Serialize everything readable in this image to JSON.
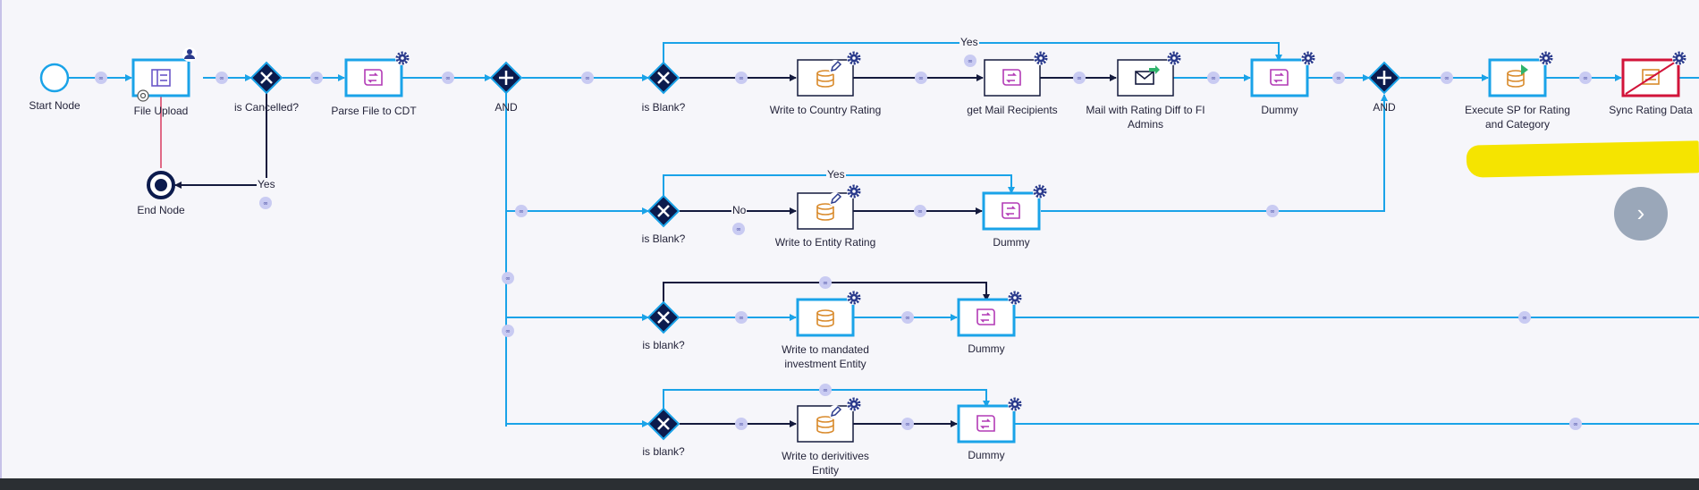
{
  "nodes": {
    "start": {
      "label": "Start Node"
    },
    "end": {
      "label": "End Node"
    },
    "file_upload": {
      "label": "File Upload"
    },
    "is_cancelled": {
      "label": "is Cancelled?"
    },
    "parse_file": {
      "label": "Parse File to CDT"
    },
    "and_split": {
      "label": "AND"
    },
    "is_blank_1": {
      "label": "is Blank?"
    },
    "write_country": {
      "label": "Write to Country Rating"
    },
    "get_mail": {
      "label": "get Mail Recipients"
    },
    "mail_rating": {
      "label": "Mail with Rating Diff to FI Admins"
    },
    "dummy_1": {
      "label": "Dummy"
    },
    "and_join": {
      "label": "AND"
    },
    "execute_sp": {
      "label": "Execute SP for Rating and Category"
    },
    "sync_rating": {
      "label": "Sync Rating Data"
    },
    "is_blank_2": {
      "label": "is Blank?"
    },
    "write_entity": {
      "label": "Write to Entity Rating"
    },
    "dummy_2": {
      "label": "Dummy"
    },
    "is_blank_3": {
      "label": "is blank?"
    },
    "write_mandated": {
      "label": "Write to mandated investment Entity"
    },
    "dummy_3": {
      "label": "Dummy"
    },
    "is_blank_4": {
      "label": "is blank?"
    },
    "write_derivitives": {
      "label": "Write to derivitives Entity"
    },
    "dummy_4": {
      "label": "Dummy"
    }
  },
  "edges": {
    "yes_cancel": "Yes",
    "yes_blank_1": "Yes",
    "yes_blank_2": "Yes",
    "no_blank_2": "No"
  },
  "navigation": {
    "next_glyph": "›"
  },
  "colors": {
    "node_border": "#1aa3e8",
    "gateway": "#0c1b4d",
    "flow_line": "#1aa3e8",
    "flow_dark": "#141a3d",
    "error_node": "#d2143a",
    "highlight": "#f5e400"
  }
}
